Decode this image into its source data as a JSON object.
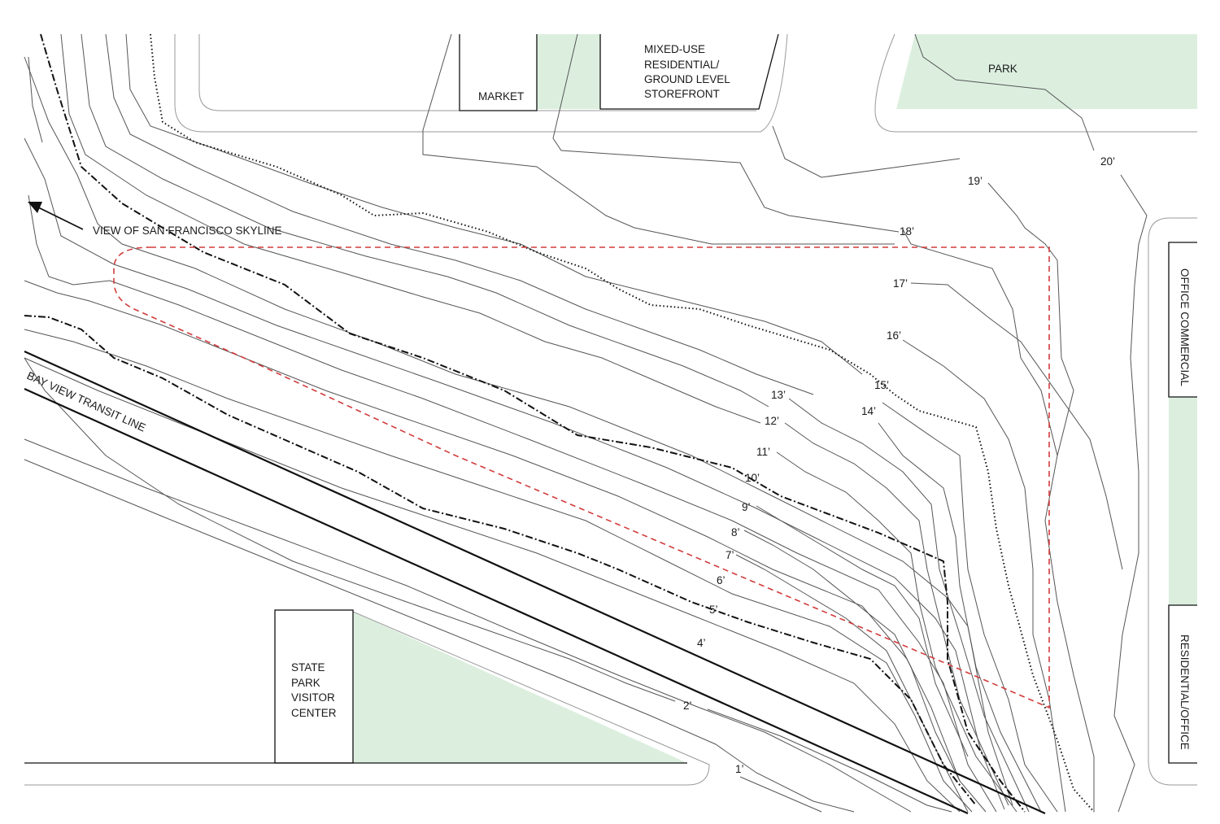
{
  "labels": {
    "market": "MARKET",
    "mixed_use": [
      "MIXED-USE",
      "RESIDENTIAL/",
      "GROUND LEVEL",
      "STOREFRONT"
    ],
    "park": "PARK",
    "office_commercial": "OFFICE COMMERCIAL",
    "residential_office": "RESIDENTIAL/OFFICE",
    "view": "VIEW OF SAN FRANCISCO SKYLINE",
    "transit": "BAY VIEW TRANSIT LINE",
    "visitor_center": [
      "STATE",
      "PARK",
      "VISITOR",
      "CENTER"
    ]
  },
  "contour_labels": [
    "1’",
    "2’",
    "4’",
    "5’",
    "6’",
    "7’",
    "8’",
    "9’",
    "10’",
    "11’",
    "12’",
    "13’",
    "14’",
    "15’",
    "16’",
    "17’",
    "18’",
    "19’",
    "20’"
  ],
  "colors": {
    "green_space": "#dcefdf",
    "site_boundary": "#d23c3c",
    "contour": "#555555",
    "major_contour": "#111111"
  }
}
